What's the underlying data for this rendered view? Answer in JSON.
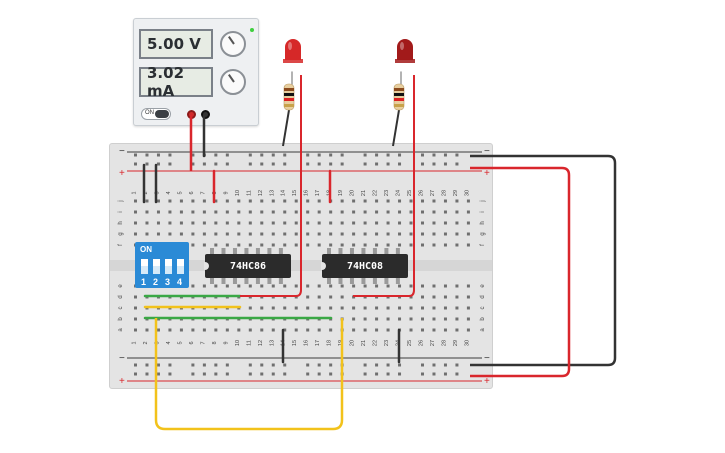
{
  "power_supply": {
    "voltage_display": "5.00 V",
    "current_display": "3.02 mA",
    "power_switch_label": "ON",
    "knob_icons": [
      "voltage-knob-icon",
      "current-knob-icon"
    ]
  },
  "breadboard": {
    "column_numbers": [
      "1",
      "2",
      "3",
      "4",
      "5",
      "6",
      "7",
      "8",
      "9",
      "10",
      "11",
      "12",
      "13",
      "14",
      "15",
      "16",
      "17",
      "18",
      "19",
      "20",
      "21",
      "22",
      "23",
      "24",
      "25",
      "26",
      "27",
      "28",
      "29",
      "30"
    ],
    "top_row_letters": [
      "j",
      "i",
      "h",
      "g",
      "f"
    ],
    "bottom_row_letters": [
      "e",
      "d",
      "c",
      "b",
      "a"
    ],
    "rail_minus": "−",
    "rail_plus": "+"
  },
  "dip_switch": {
    "label": "ON",
    "switch_numbers": [
      "1",
      "2",
      "3",
      "4"
    ]
  },
  "chips": [
    {
      "label": "74HC86"
    },
    {
      "label": "74HC08"
    }
  ],
  "leds": [
    {
      "color": "#d62828",
      "name": "led-xor-output"
    },
    {
      "color": "#a21a1a",
      "name": "led-and-output"
    }
  ],
  "wire_colors": {
    "red": "#d9262c",
    "black": "#333333",
    "green": "#3aa845",
    "yellow": "#f2c21b"
  }
}
